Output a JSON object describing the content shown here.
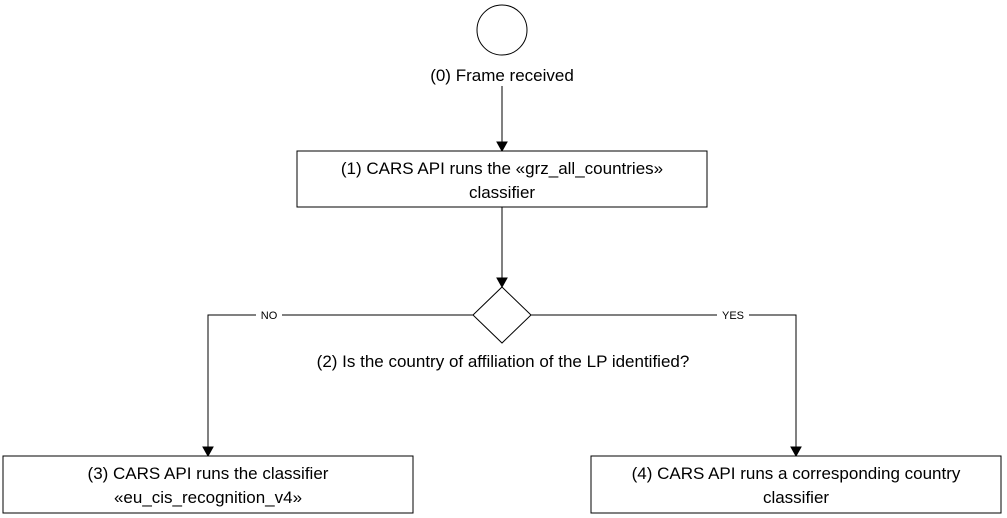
{
  "nodes": {
    "start": {
      "label": "(0) Frame received"
    },
    "step1": {
      "line1": "(1) CARS API runs the «grz_all_countries»",
      "line2": "classifier"
    },
    "decision": {
      "label": "(2) Is the country of affiliation of the LP identified?"
    },
    "step3": {
      "line1": "(3) CARS API runs the classifier",
      "line2": "«eu_cis_recognition_v4»"
    },
    "step4": {
      "line1": "(4) CARS API runs a corresponding country",
      "line2": "classifier"
    }
  },
  "edges": {
    "no_label": "NO",
    "yes_label": "YES"
  }
}
